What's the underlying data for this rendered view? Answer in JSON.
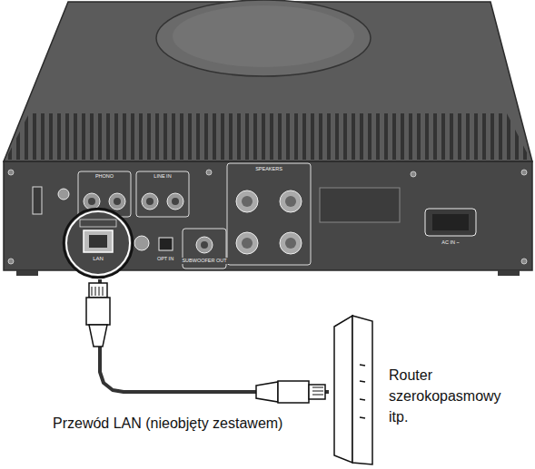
{
  "diagram": {
    "nodes": [
      {
        "text": [
          "LAN"
        ]
      },
      {
        "text": [
          "Router szerokopasmowy itp."
        ]
      }
    ],
    "edges": [
      {
        "from": 0,
        "to": 1,
        "arrow": "none",
        "label": "Przewód LAN (nieobjęty zestawem)"
      }
    ],
    "labels": [
      "PHONO",
      "LINE IN",
      "SPEAKERS",
      "OPT IN",
      "SUBWOOFER OUT",
      "AC IN ~"
    ]
  }
}
